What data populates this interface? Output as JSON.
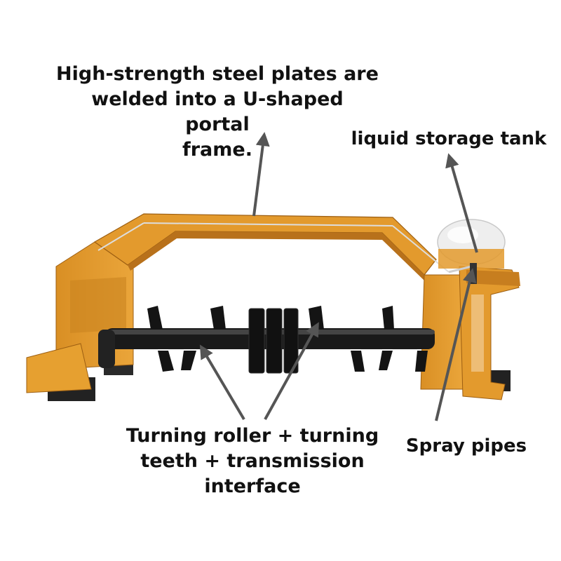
{
  "annotations": {
    "frame": "High-strength steel plates are\nwelded into a U-shaped portal\nframe.",
    "tank": "liquid storage tank",
    "roller": "Turning roller + turning\nteeth + transmission\ninterface",
    "spray": "Spray pipes"
  },
  "colors": {
    "frame": "#e39a2d",
    "frame_dark": "#b8711b",
    "roller": "#1a1a1a",
    "tank": "#eeeeee",
    "arrow": "#555555"
  }
}
